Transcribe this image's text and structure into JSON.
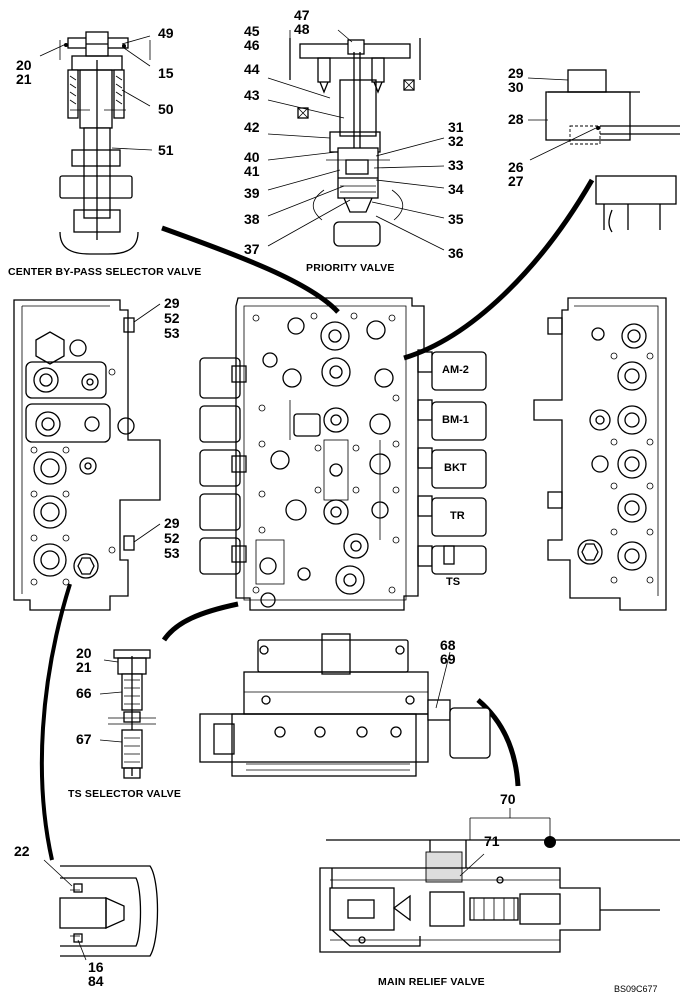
{
  "figure_ref": "BS09C677",
  "captions": {
    "center_bypass": "CENTER BY-PASS SELECTOR VALVE",
    "priority": "PRIORITY VALVE",
    "ts_selector": "TS SELECTOR VALVE",
    "main_relief": "MAIN RELIEF VALVE"
  },
  "ports": {
    "am2": "AM-2",
    "bm1": "BM-1",
    "bkt": "BKT",
    "tr": "TR",
    "ts": "TS"
  },
  "callouts": {
    "n49": "49",
    "n20a": "20",
    "n21a": "21",
    "n15": "15",
    "n50": "50",
    "n51": "51",
    "n47": "47",
    "n48": "48",
    "n45": "45",
    "n46": "46",
    "n44": "44",
    "n43": "43",
    "n42": "42",
    "n31": "31",
    "n32": "32",
    "n40": "40",
    "n41": "41",
    "n33": "33",
    "n39": "39",
    "n34": "34",
    "n38": "38",
    "n35": "35",
    "n37": "37",
    "n36": "36",
    "n29a": "29",
    "n30": "30",
    "n28": "28",
    "n26": "26",
    "n27": "27",
    "n29b": "29",
    "n52a": "52",
    "n53a": "53",
    "n29c": "29",
    "n52b": "52",
    "n53b": "53",
    "n20b": "20",
    "n21b": "21",
    "n66": "66",
    "n67": "67",
    "n68": "68",
    "n69": "69",
    "n70": "70",
    "n71": "71",
    "n22": "22",
    "n16": "16",
    "n84": "84"
  }
}
